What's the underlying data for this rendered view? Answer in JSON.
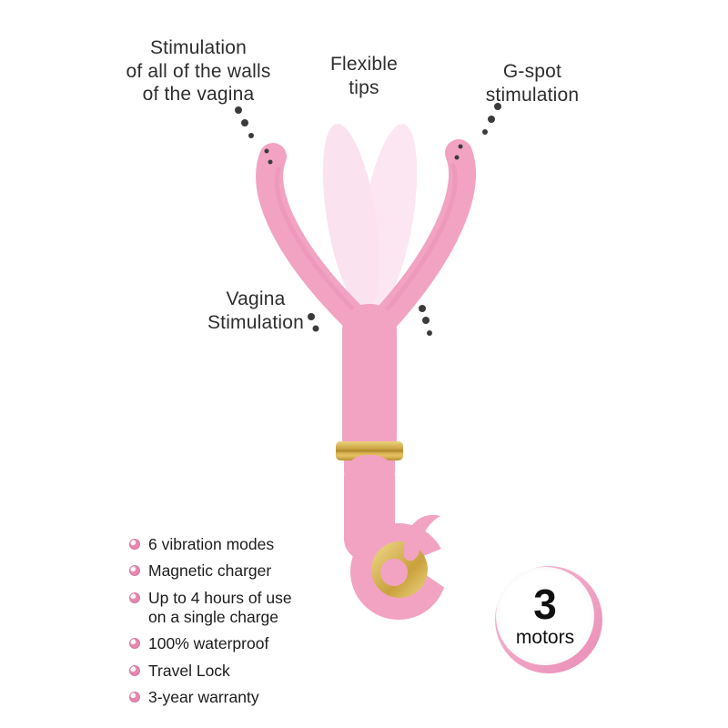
{
  "annotations": {
    "walls_label": "Stimulation\nof all of the walls\nof the vagina",
    "flexible_label": "Flexible\ntips",
    "gspot_label": "G-spot\nstimulation",
    "vagina_label": "Vagina\nStimulation"
  },
  "features": {
    "items": [
      "6 vibration modes",
      "Magnetic charger",
      "Up to 4 hours of use\non a single charge",
      "100% waterproof",
      "Travel Lock",
      "3-year warranty"
    ]
  },
  "badge": {
    "number": "3",
    "label": "motors"
  },
  "colors": {
    "body_pink": "#f2a3c2",
    "petal_pink": "#f8d9e8",
    "gold": "#cfa545",
    "leader_dot": "#3b3b3b"
  }
}
